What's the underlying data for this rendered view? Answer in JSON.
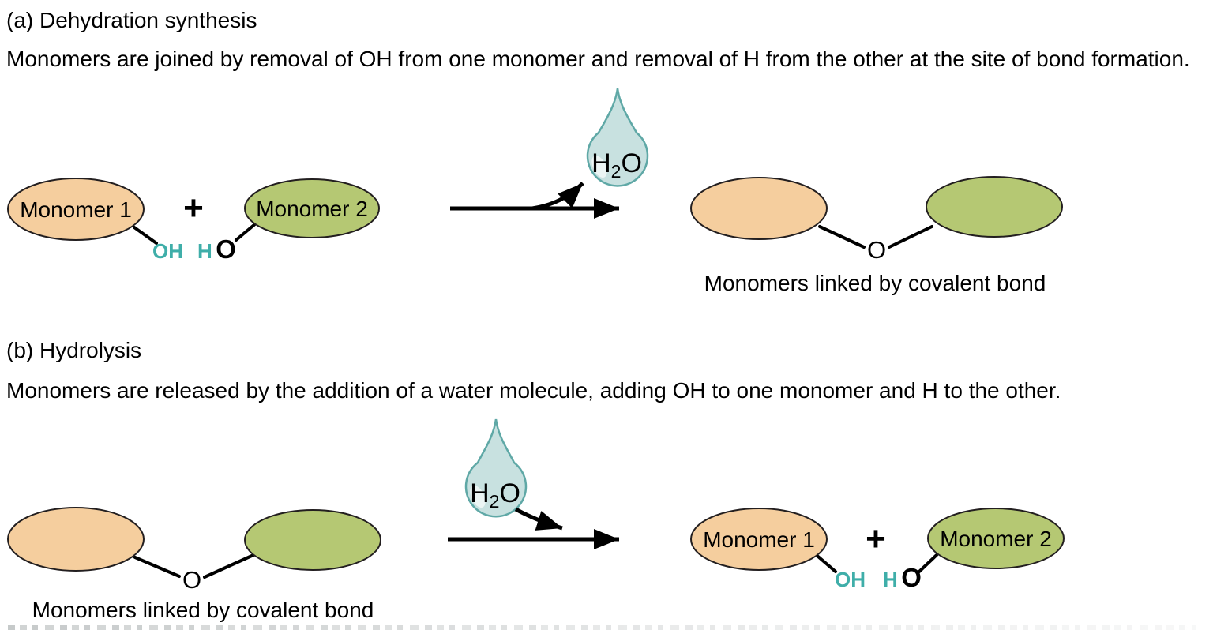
{
  "colors": {
    "monomer1_fill": "#F5CE9E",
    "monomer2_fill": "#B5C873",
    "hydroxyl_teal": "#3FAEA9",
    "water_drop_fill": "#C8E1E0",
    "water_drop_stroke": "#5FA8A6",
    "outline": "#231F20",
    "text": "#000000"
  },
  "section_a": {
    "heading": "(a) Dehydration synthesis",
    "description": "Monomers are joined by removal of OH from one monomer and removal of H from the other at the site of bond formation.",
    "reactants": {
      "monomer1_label": "Monomer 1",
      "plus": "+",
      "monomer2_label": "Monomer 2",
      "oh_label": "OH",
      "ho_h": "H",
      "ho_o": "O"
    },
    "water": {
      "h": "H",
      "sub": "2",
      "o": "O"
    },
    "product": {
      "bond_o": "O",
      "caption": "Monomers linked by covalent bond"
    }
  },
  "section_b": {
    "heading": "(b) Hydrolysis",
    "description": "Monomers are released by the addition of a water molecule, adding OH to one monomer and H to the other.",
    "reactant": {
      "bond_o": "O",
      "caption": "Monomers linked by covalent bond"
    },
    "water": {
      "h": "H",
      "sub": "2",
      "o": "O"
    },
    "products": {
      "monomer1_label": "Monomer 1",
      "plus": "+",
      "monomer2_label": "Monomer 2",
      "oh_label": "OH",
      "ho_h": "H",
      "ho_o": "O"
    }
  }
}
